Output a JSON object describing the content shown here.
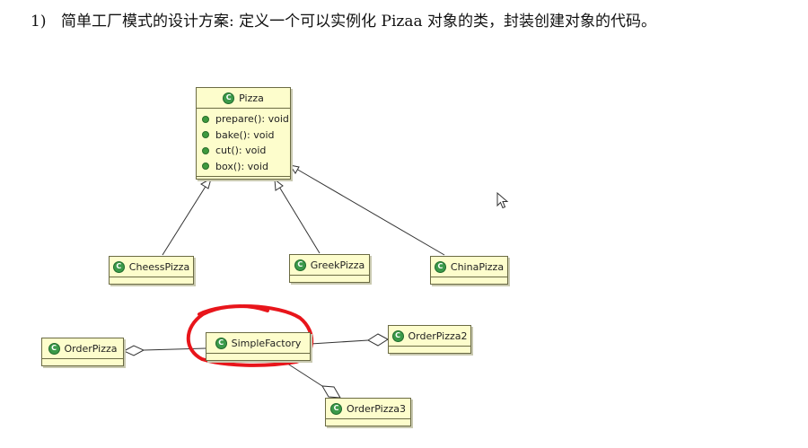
{
  "heading": {
    "number": "1)",
    "text": "简单工厂模式的设计方案: 定义一个可以实例化 Pizaa 对象的类，封装创建对象的代码。"
  },
  "pizza": {
    "name": "Pizza",
    "methods": [
      "prepare(): void",
      "bake(): void",
      "cut(): void",
      "box(): void"
    ]
  },
  "subclasses": {
    "cheess": "CheessPizza",
    "greek": "GreekPizza",
    "china": "ChinaPizza"
  },
  "factory": {
    "name": "SimpleFactory"
  },
  "clients": {
    "order1": "OrderPizza",
    "order2": "OrderPizza2",
    "order3": "OrderPizza3"
  },
  "icons": {
    "class_icon": "class-c-icon",
    "method_icon": "public-method-dot-icon",
    "cursor": "mouse-pointer-icon"
  },
  "colors": {
    "class_fill": "#fdfdcc",
    "class_border": "#6b6b44",
    "class_icon": "#3b9a4a",
    "highlight": "#e8151b"
  }
}
